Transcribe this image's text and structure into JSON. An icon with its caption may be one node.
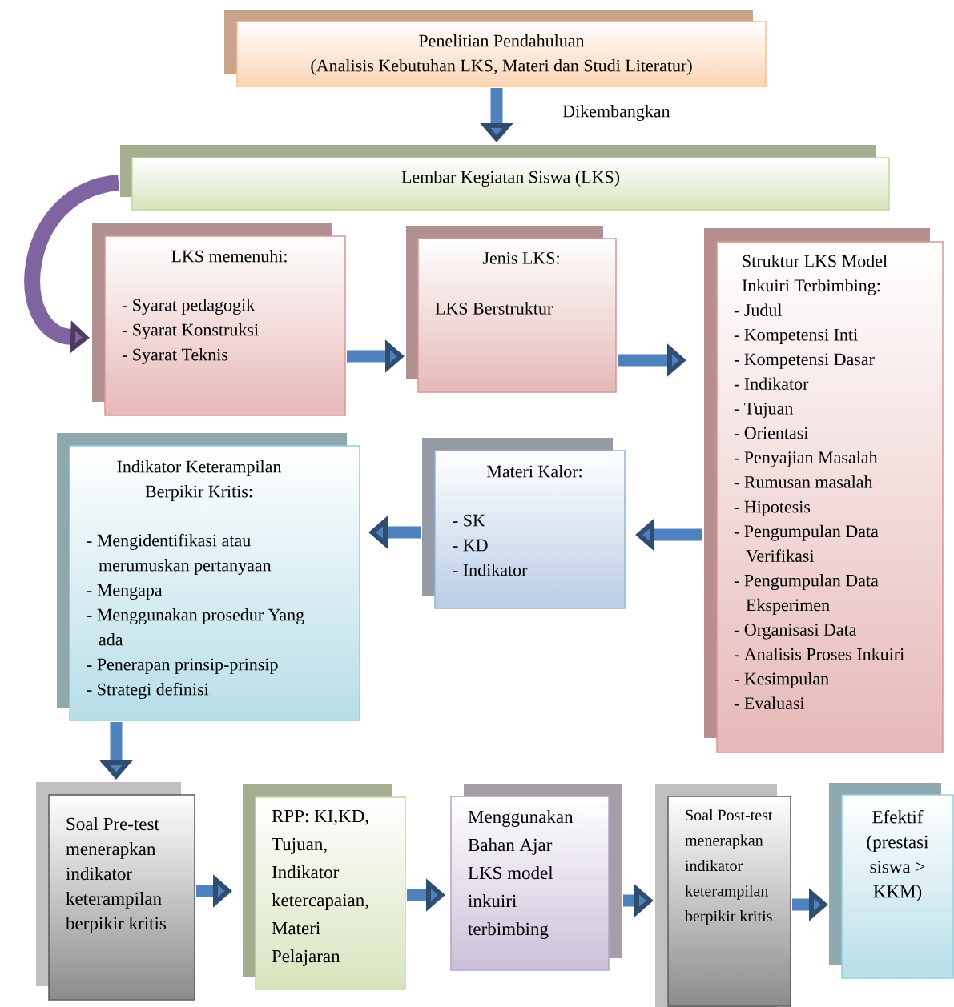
{
  "diagram": {
    "nodes": [
      {
        "text": [
          "Penelitian Pendahuluan",
          "(Analisis Kebutuhan LKS, Materi dan Studi Literatur)"
        ]
      },
      {
        "text": [
          "Lembar Kegiatan Siswa (LKS)"
        ]
      },
      {
        "text": [
          "LKS memenuhi:",
          "- Syarat pedagogik",
          "- Syarat Konstruksi",
          "- Syarat Teknis"
        ]
      },
      {
        "text": [
          "Jenis LKS:",
          "LKS Berstruktur"
        ]
      },
      {
        "text": [
          "Struktur LKS Model Inkuiri Terbimbing:",
          "- Judul",
          "- Kompetensi Inti",
          "- Kompetensi Dasar",
          "- Indikator",
          "- Tujuan",
          "- Orientasi",
          "- Penyajian Masalah",
          "- Rumusan masalah",
          "- Hipotesis",
          "- Pengumpulan Data Verifikasi",
          "- Pengumpulan Data Eksperimen",
          "- Organisasi Data",
          "- Analisis Proses Inkuiri",
          "- Kesimpulan",
          "- Evaluasi"
        ]
      },
      {
        "text": [
          "Materi Kalor:",
          "- SK",
          "- KD",
          "- Indikator"
        ]
      },
      {
        "text": [
          "Indikator Keterampilan Berpikir Kritis:",
          "- Mengidentifikasi atau merumuskan pertanyaan",
          "- Mengapa",
          "- Menggunakan prosedur Yang ada",
          "- Penerapan prinsip-prinsip",
          "- Strategi definisi"
        ]
      },
      {
        "text": [
          "Soal Pre-test menerapkan indikator keterampilan berpikir kritis"
        ]
      },
      {
        "text": [
          "RPP: KI,KD, Tujuan, Indikator ketercapaian, Materi Pelajaran"
        ]
      },
      {
        "text": [
          "Menggunakan Bahan Ajar LKS model inkuiri terbimbing"
        ]
      },
      {
        "text": [
          "Soal Post-test menerapkan indikator keterampilan berpikir kritis"
        ]
      },
      {
        "text": [
          "Efektif (prestasi siswa > KKM)"
        ]
      }
    ],
    "edges": [
      {
        "from": 0,
        "to": 1,
        "arrow": "to",
        "label": "Dikembangkan"
      },
      {
        "from": 1,
        "to": 2,
        "arrow": "to",
        "color": "#8064a2"
      },
      {
        "from": 2,
        "to": 3,
        "arrow": "to"
      },
      {
        "from": 3,
        "to": 4,
        "arrow": "to"
      },
      {
        "from": 4,
        "to": 5,
        "arrow": "to"
      },
      {
        "from": 5,
        "to": 6,
        "arrow": "to"
      },
      {
        "from": 6,
        "to": 7,
        "arrow": "to"
      },
      {
        "from": 7,
        "to": 8,
        "arrow": "to"
      },
      {
        "from": 8,
        "to": 9,
        "arrow": "to"
      },
      {
        "from": 9,
        "to": 10,
        "arrow": "to"
      },
      {
        "from": 10,
        "to": 11,
        "arrow": "to"
      }
    ]
  }
}
